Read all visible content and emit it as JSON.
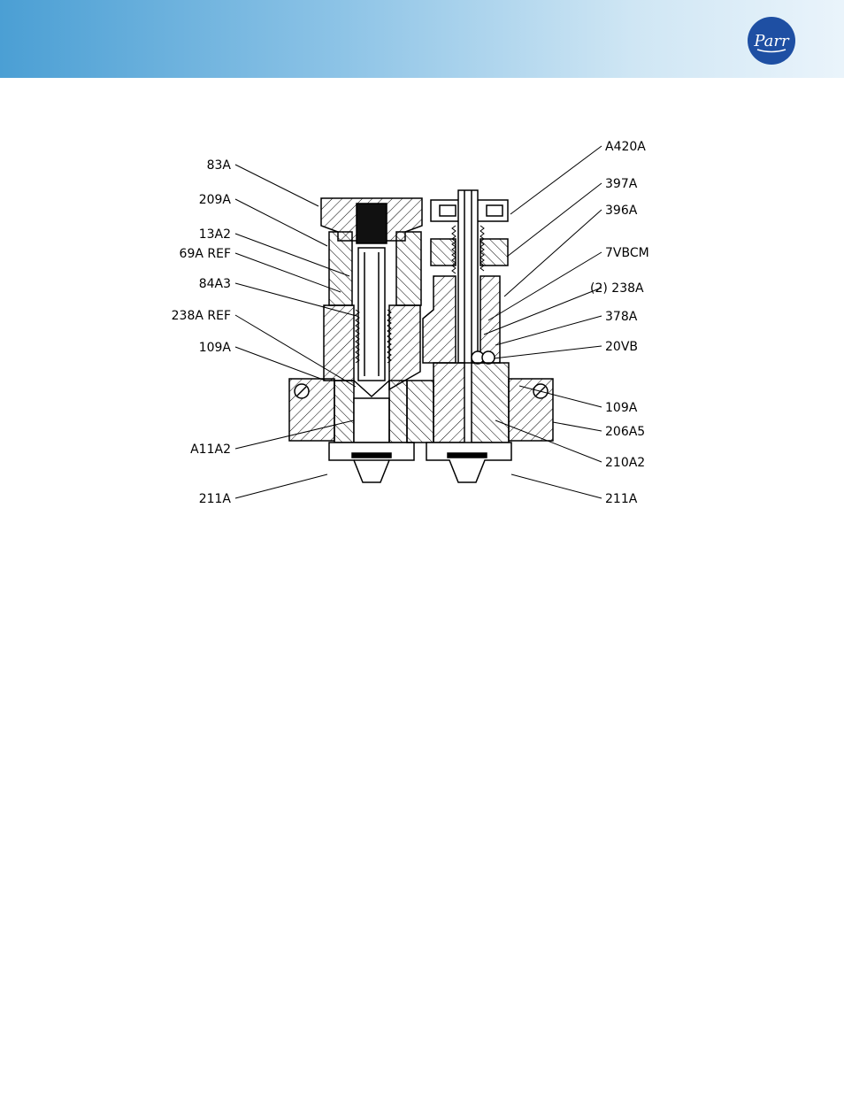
{
  "brand": {
    "logo_text": "Parr",
    "header_gradient": [
      "#4b9fd4",
      "#eaf4fb"
    ],
    "logo_color": "#1e4fa3"
  },
  "labels_left": [
    "83A",
    "209A",
    "13A2",
    "69A REF",
    "84A3",
    "238A REF",
    "109A",
    "A11A2",
    "211A"
  ],
  "labels_right": [
    "A420A",
    "397A",
    "396A",
    "7VBCM",
    "(2) 238A",
    "378A",
    "20VB",
    "109A",
    "206A5",
    "210A2",
    "211A"
  ]
}
